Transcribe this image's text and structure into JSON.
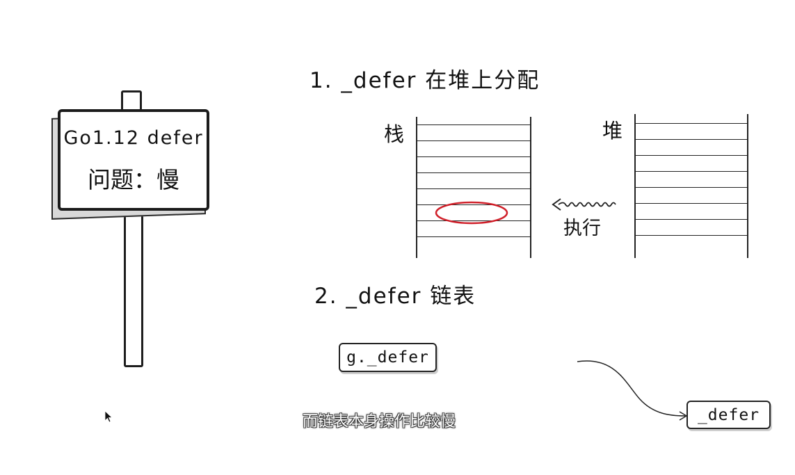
{
  "sign": {
    "line1": "Go1.12 defer",
    "line2": "问题：慢"
  },
  "section1": {
    "title": "1. _defer 在堆上分配",
    "stack_label": "栈",
    "heap_label": "堆",
    "exec_label": "执行"
  },
  "section2": {
    "title": "2. _defer 链表",
    "head_box": "g._defer",
    "node_box": "_defer"
  },
  "subtitle": "而链表本身操作比较慢",
  "colors": {
    "highlight": "#d0202a",
    "ink": "#1e1e1e"
  },
  "icons": {
    "cursor": "mouse-pointer-icon"
  }
}
